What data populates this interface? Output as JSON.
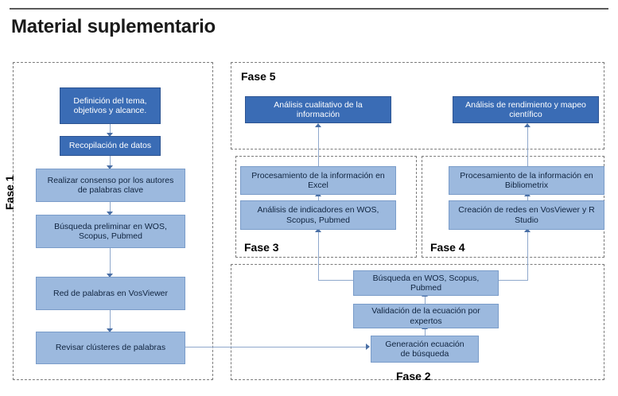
{
  "document": {
    "title": "Material suplementario"
  },
  "phases": [
    {
      "id": "fase1",
      "label": "Fase 1",
      "orientation": "vertical"
    },
    {
      "id": "fase2",
      "label": "Fase 2",
      "orientation": "horizontal"
    },
    {
      "id": "fase3",
      "label": "Fase 3",
      "orientation": "horizontal"
    },
    {
      "id": "fase4",
      "label": "Fase 4",
      "orientation": "horizontal"
    },
    {
      "id": "fase5",
      "label": "Fase 5",
      "orientation": "horizontal"
    }
  ],
  "nodes": {
    "definicion_tema": {
      "line1": "Definición del tema,",
      "line2": "objetivos y alcance.",
      "style": "dark",
      "phase": "fase1"
    },
    "recopilacion_datos": {
      "line1": "Recopilación de datos",
      "line2": "",
      "style": "dark",
      "phase": "fase1"
    },
    "consenso_autores": {
      "line1": "Realizar consenso por los autores",
      "line2": "de palabras clave",
      "style": "light",
      "phase": "fase1"
    },
    "busqueda_preliminar": {
      "line1": "Búsqueda preliminar en WOS,",
      "line2": "Scopus, Pubmed",
      "style": "light",
      "phase": "fase1"
    },
    "red_palabras": {
      "line1": "Red de palabras en VosViewer",
      "line2": "",
      "style": "light",
      "phase": "fase1"
    },
    "revisar_clusteres": {
      "line1": "Revisar clústeres de palabras",
      "line2": "",
      "style": "light",
      "phase": "fase1"
    },
    "generacion_ecuacion": {
      "line1": "Generación ecuación",
      "line2": "de búsqueda",
      "style": "light",
      "phase": "fase2"
    },
    "validacion_ecuacion": {
      "line1": "Validación de la ecuación por",
      "line2": "expertos",
      "style": "light",
      "phase": "fase2"
    },
    "busqueda_wos": {
      "line1": "Búsqueda en WOS, Scopus,",
      "line2": "Pubmed",
      "style": "light",
      "phase": "fase2"
    },
    "analisis_indicadores": {
      "line1": "Análisis de indicadores en WOS,",
      "line2": "Scopus, Pubmed",
      "style": "light",
      "phase": "fase3"
    },
    "procesamiento_excel": {
      "line1": "Procesamiento de la información en",
      "line2": "Excel",
      "style": "light",
      "phase": "fase3"
    },
    "creacion_redes": {
      "line1": "Creación de redes en VosViewer y R",
      "line2": "Studio",
      "style": "light",
      "phase": "fase4"
    },
    "procesamiento_bibliometrix": {
      "line1": "Procesamiento de la información en",
      "line2": "Bibliometrix",
      "style": "light",
      "phase": "fase4"
    },
    "analisis_cualitativo": {
      "line1": "Análisis cualitativo de la",
      "line2": "información",
      "style": "dark",
      "phase": "fase5"
    },
    "analisis_rendimiento": {
      "line1": "Análisis de rendimiento y mapeo",
      "line2": "científico",
      "style": "dark",
      "phase": "fase5"
    }
  },
  "colors": {
    "node_dark_fill": "#3a6cb5",
    "node_dark_text": "#ffffff",
    "node_light_fill": "#9cb9de",
    "node_light_text": "#10243f",
    "connector": "#8fa8cc",
    "arrow": "#4a6fa5",
    "phase_border": "#7b7b7b",
    "title_rule": "#5a5a5a",
    "title_text": "#1a1a1a"
  }
}
